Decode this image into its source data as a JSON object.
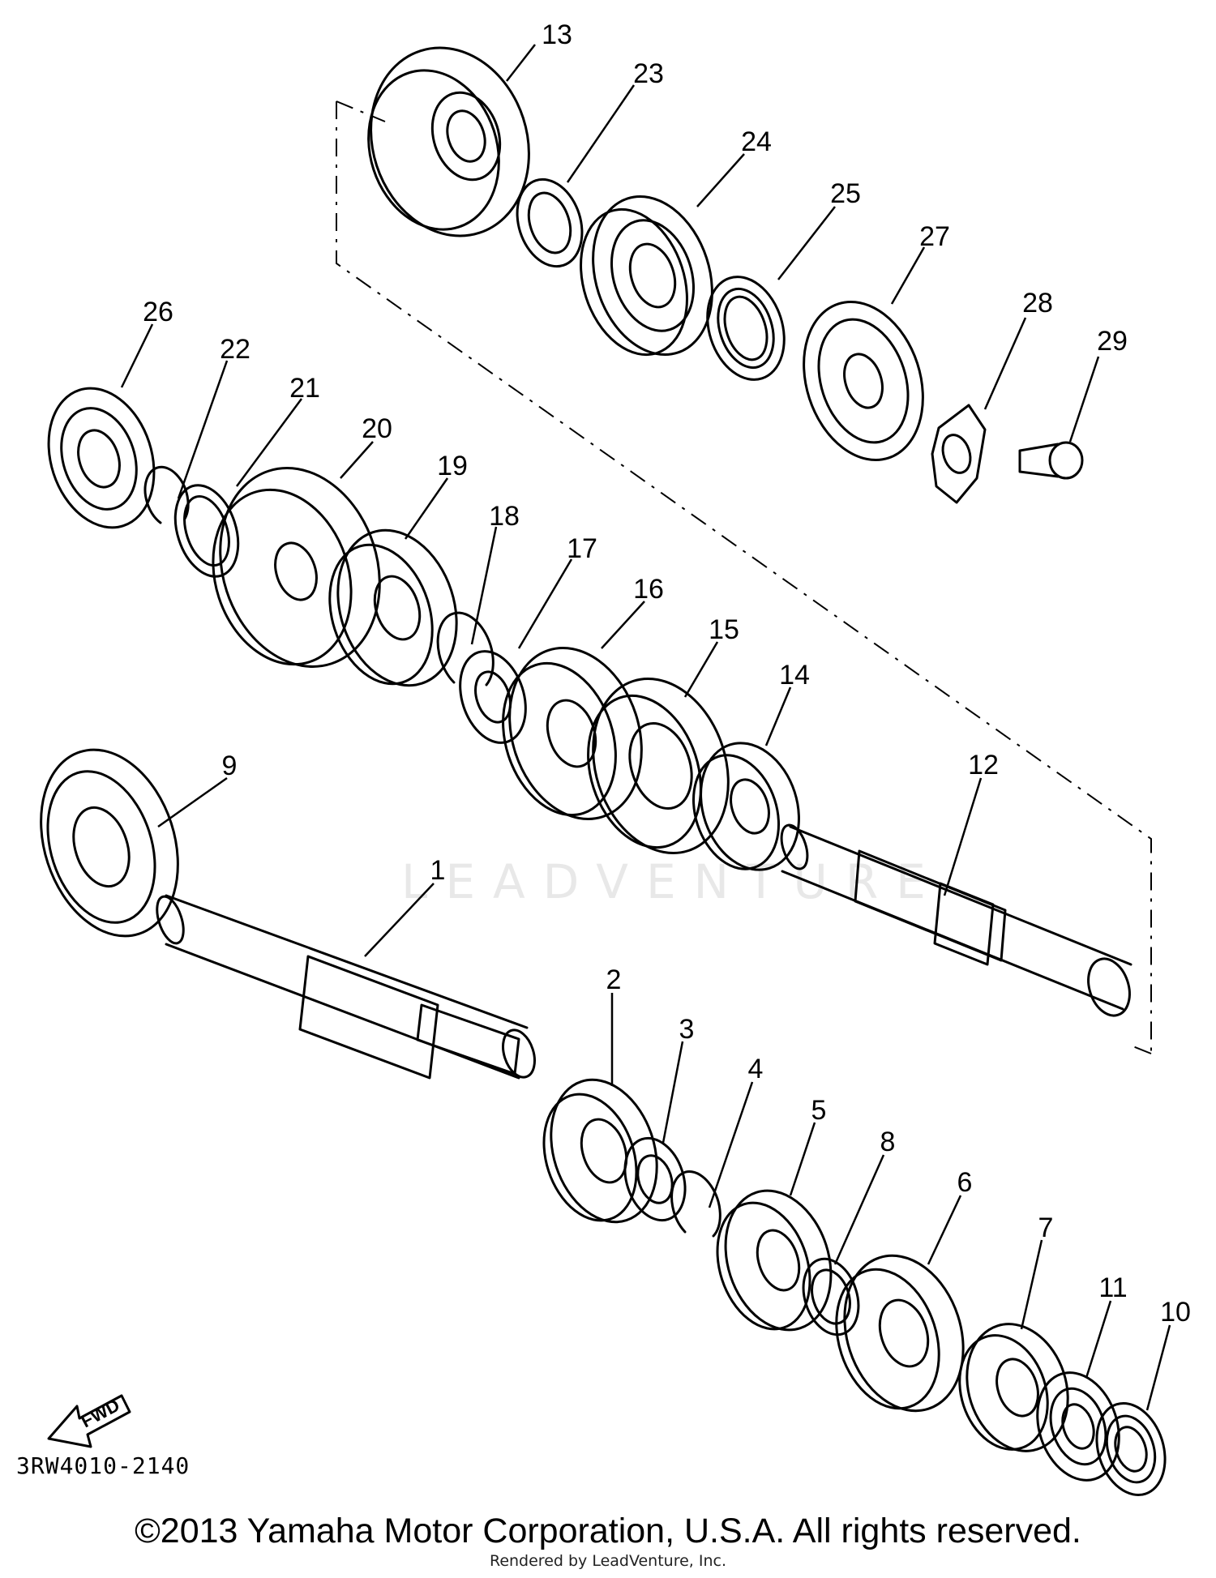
{
  "diagram": {
    "callouts": [
      "1",
      "2",
      "3",
      "4",
      "5",
      "6",
      "7",
      "8",
      "9",
      "10",
      "11",
      "12",
      "13",
      "14",
      "15",
      "16",
      "17",
      "18",
      "19",
      "20",
      "21",
      "22",
      "23",
      "24",
      "25",
      "26",
      "27",
      "28",
      "29"
    ],
    "fwd_label": "FWD",
    "doc_number": "3RW4010-2140",
    "watermark": "LEADVENTURE"
  },
  "footer": {
    "copyright": "©2013 Yamaha Motor Corporation, U.S.A. All rights reserved.",
    "rendered_by": "Rendered by LeadVenture, Inc."
  }
}
